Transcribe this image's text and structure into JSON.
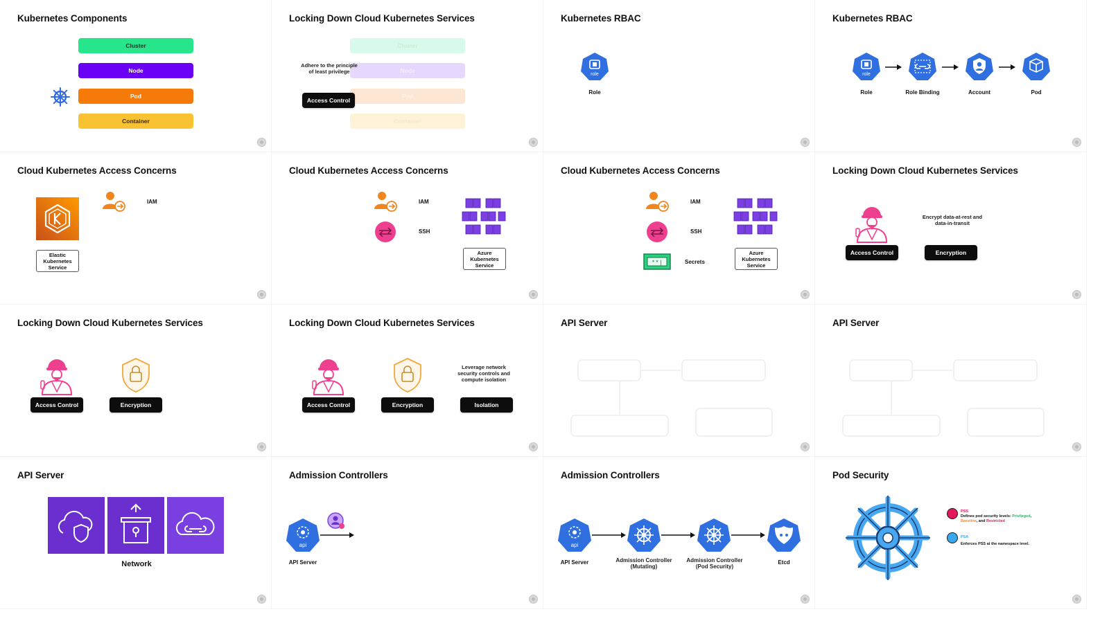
{
  "colors": {
    "k8s_blue": "#326ce5",
    "hex_blue": "#2f6fe0",
    "cluster_green": "#27e58a",
    "node_purple": "#6a00f4",
    "pod_orange": "#f57a0a",
    "container_yellow": "#f8c233",
    "pink": "#ef3f8f",
    "orange_person": "#f0861d",
    "azure_purple": "#7b3fe4",
    "aws_purple": "#6b2fd0",
    "pss_pink": "#e6175c",
    "psa_blue": "#3aa8ee"
  },
  "slides": [
    {
      "title": "Kubernetes Components",
      "icon": "kubernetes-helm-icon",
      "layers": [
        "Cluster",
        "Node",
        "Pod",
        "Container"
      ]
    },
    {
      "title": "Locking Down Cloud Kubernetes Services",
      "layers": [
        "Cluster",
        "Node",
        "Pod",
        "Container"
      ],
      "note": "Adhere to the principle of least privilege",
      "pill": "Access Control"
    },
    {
      "title": "Kubernetes RBAC",
      "items": [
        {
          "icon": "role-hex-icon",
          "label": "Role",
          "badge": "role"
        }
      ]
    },
    {
      "title": "Kubernetes RBAC",
      "items": [
        {
          "icon": "role-hex-icon",
          "label": "Role",
          "badge": "role"
        },
        {
          "icon": "role-binding-hex-icon",
          "label": "Role Binding"
        },
        {
          "icon": "account-hex-icon",
          "label": "Account"
        },
        {
          "icon": "pod-hex-icon",
          "label": "Pod"
        }
      ]
    },
    {
      "title": "Cloud Kubernetes Access Concerns",
      "service": "Elastic Kubernetes Service",
      "concerns": [
        "IAM"
      ]
    },
    {
      "title": "Cloud Kubernetes Access Concerns",
      "service": "Azure Kubernetes Service",
      "concerns": [
        "IAM",
        "SSH"
      ]
    },
    {
      "title": "Cloud Kubernetes Access Concerns",
      "service": "Azure Kubernetes Service",
      "concerns": [
        "IAM",
        "SSH",
        "Secrets"
      ]
    },
    {
      "title": "Locking Down Cloud Kubernetes Services",
      "note": "Encrypt data-at-rest and data-in-transit",
      "pills": [
        "Access Control",
        "Encryption"
      ]
    },
    {
      "title": "Locking Down Cloud Kubernetes Services",
      "pills": [
        "Access Control",
        "Encryption"
      ]
    },
    {
      "title": "Locking Down Cloud Kubernetes Services",
      "note": "Leverage network security controls and compute isolation",
      "pills": [
        "Access Control",
        "Encryption",
        "Isolation"
      ]
    },
    {
      "title": "API Server"
    },
    {
      "title": "API Server"
    },
    {
      "title": "API Server",
      "caption": "Network"
    },
    {
      "title": "Admission Controllers",
      "items": [
        {
          "label": "API Server",
          "badge": "api"
        }
      ]
    },
    {
      "title": "Admission Controllers",
      "items": [
        {
          "label": "API Server",
          "badge": "api"
        },
        {
          "label": "Admission Controller (Mutating)"
        },
        {
          "label": "Admission Controller (Pod Security)"
        },
        {
          "label": "Etcd"
        }
      ]
    },
    {
      "title": "Pod Security",
      "legend": [
        {
          "key": "PSS",
          "text": "Defines pod security levels:",
          "levels": [
            "Privileged",
            "Baseline",
            "Restricted"
          ],
          "and": "and"
        },
        {
          "key": "PSA",
          "text": "Enforces PSS at the namespace level."
        }
      ]
    }
  ]
}
